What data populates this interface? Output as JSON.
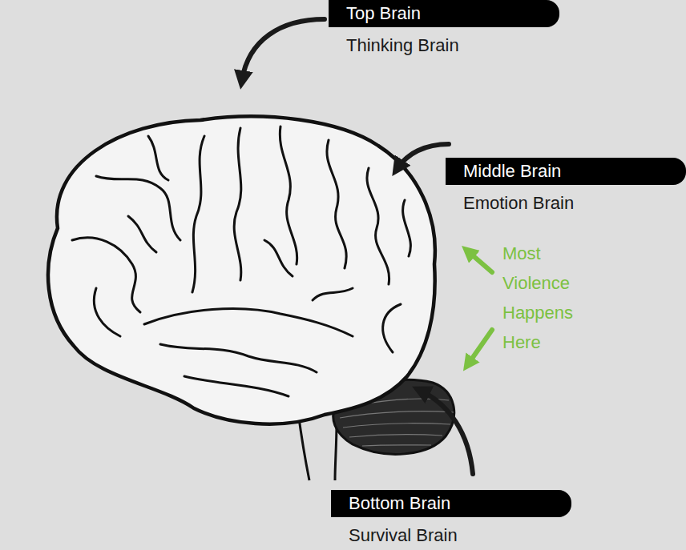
{
  "diagram": {
    "nodes": [
      {
        "text": [
          "Top Brain",
          "Thinking Brain"
        ]
      },
      {
        "text": [
          "Middle Brain",
          "Emotion Brain"
        ]
      },
      {
        "text": [
          "Bottom Brain",
          "Survival Brain"
        ]
      }
    ],
    "labels": [
      "Most Violence Happens Here"
    ]
  }
}
